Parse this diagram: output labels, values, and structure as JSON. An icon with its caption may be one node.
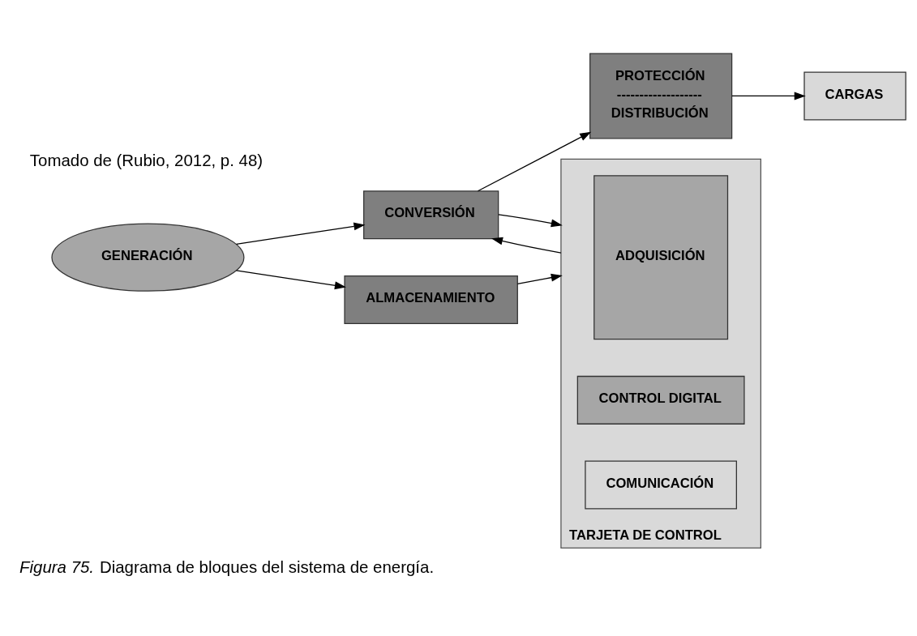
{
  "diagram": {
    "caption": "*Figura 75.* Diagrama de bloques del sistema de energía.",
    "nodes": [
      {
        "text": [
          "PROTECCIÓN",
          "-------------------",
          "DISTRIBUCIÓN"
        ]
      },
      {
        "text": [
          "CARGAS"
        ]
      },
      {
        "text": [
          "CONVERSIÓN"
        ]
      },
      {
        "text": [
          "TARJETA DE CONTROL"
        ]
      },
      {
        "text": [
          "ADQUISICIÓN"
        ],
        "in": 3
      },
      {
        "text": [
          "CONTROL DIGITAL"
        ],
        "in": 3
      },
      {
        "text": [
          "COMUNICACIÓN"
        ],
        "in": 3
      },
      {
        "text": [
          "GENERACIÓN"
        ]
      },
      {
        "text": [
          "ALMACENAMIENTO"
        ]
      }
    ],
    "edges": [
      {
        "from": 2,
        "to": 0,
        "arrow": "to"
      },
      {
        "from": 0,
        "to": 1,
        "arrow": "to"
      },
      {
        "from": 3,
        "to": 2,
        "arrow": "to"
      },
      {
        "from": 2,
        "to": 3,
        "arrow": "to"
      },
      {
        "from": 7,
        "to": 2,
        "arrow": "to"
      },
      {
        "from": 7,
        "to": 8,
        "arrow": "to"
      },
      {
        "from": 8,
        "to": 3,
        "arrow": "to"
      }
    ],
    "labels": [
      "Tomado de (Rubio, 2012, p. 48)"
    ]
  }
}
